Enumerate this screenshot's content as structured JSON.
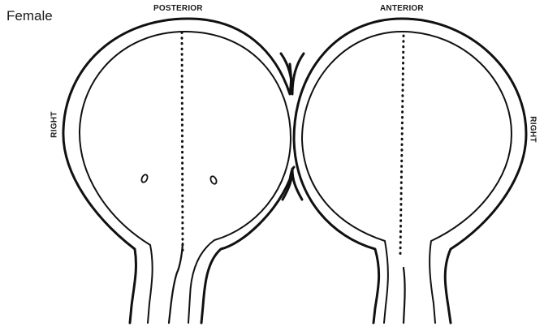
{
  "labels": {
    "gender": "Female",
    "posterior": "POSTERIOR",
    "anterior": "ANTERIOR",
    "right_left": "RIGHT",
    "right_right": "RIGHT"
  },
  "colors": {
    "line": "#111111",
    "background": "#ffffff"
  }
}
